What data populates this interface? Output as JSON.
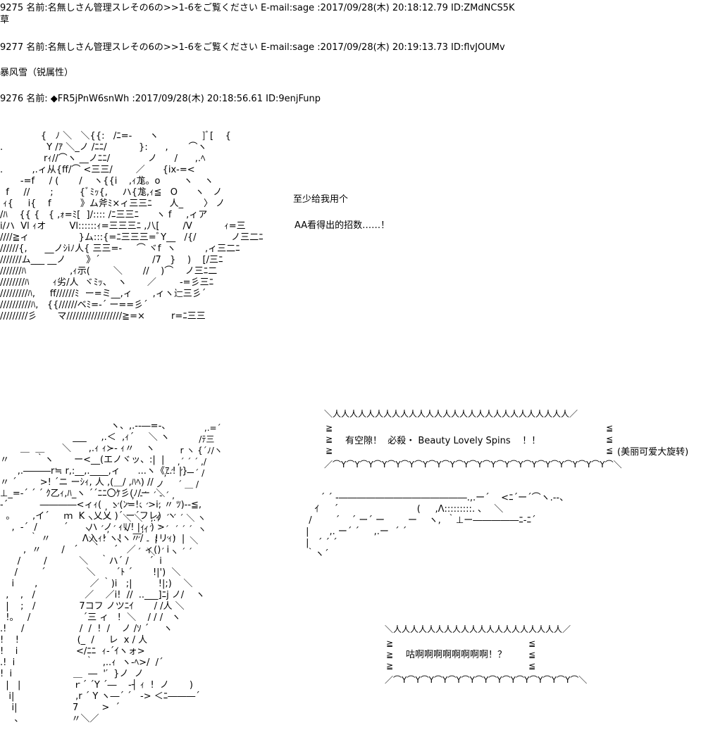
{
  "posts": [
    {
      "header": "9275 名前:名無しさん管理スレその6の>>1-6をご覧ください E-mail:sage :2017/09/28(木) 20:18:12.79 ID:ZMdNCS5K",
      "body": "草"
    },
    {
      "header": "9277 名前:名無しさん管理スレその6の>>1-6をご覧ください E-mail:sage :2017/09/28(木) 20:19:13.73 ID:flvJOUMv",
      "body": "暴风雪（锐属性）"
    },
    {
      "header": "9276 名前: ◆FR5jPnW6snWh :2017/09/28(木) 20:18:56.61 ID:9enjFunp"
    }
  ],
  "art1": {
    "lines": [
      "              {   ﾉ ＼   ＼{{:   /ﾆ=-      ヽ               ]ﾞ[    {",
      ".               Y /ｱ ＼_ノ /ﾆﾆ/           }:      ,       ⌒ヽ",
      "               rｨ//⌒ヽ __ノﾆﾆ/             ノ      /      ,.ﾍ",
      ".          ,.ィ从{ff/⌒ <三三/        ／      {ix-=<",
      "       -=f     / (       /    ヽ{{i    ,ｨ尨。o        ヽ    ヽ",
      "  f     //       ;         {ﾞﾐｯ{,     ハ{尨,ｨ≦   O      ヽ   ノ",
      " ｨ{     i{    f          》ム斧ﾐ×ィ三三ﾆ      人_       〉 ノ",
      "/ﾊ    {{ {   { ,ｫ=ﾐ[  ]/:::: /ﾆ三三ﾆ      ヽ f     ,ィア",
      "i/ハ  Vl ｨオ        Vl::::::ｨ=三三三ﾆ ,八[        /V           ｨ=三",
      "////≧ィ                 }ム:::{=ﾆ三三三=ﾞY__   /{/            ノ三二ﾆ",
      "//////{,      __ノｼiﾉ人{ 三三=-     ⌒ ヾf  ヽ          ,ィ三二ﾆ",
      "///////ム___ __ノ       》´                  /7   }    )    [/三ﾆ",
      "///////ﾊ               ,ｨ示(        ＼       //    )⌒    ノ三ﾆ二",
      "////////ﾊ        ｨ劣/人  ヾﾐｯ、  ヽ       ／        -=彡三ﾆ",
      "/////////ﾊ,     ff//////ﾐ  ー=ミ__,ィ       ,ィヽ辷三彡´",
      "//////////ﾊ,   {{//////ベﾐ=-´ ー==彡´",
      "/////////彡       マ//////////////////≧=×         r=ﾆ三三"
    ]
  },
  "side_text": {
    "line1": "至少给我用个",
    "line2": "AA看得出的招数……！"
  },
  "bubble1": {
    "top": "＼人人人人人人人人人人人人人人人人人人人人人人人人人人人人／",
    "left_marks": "≧\n≧\n≧",
    "text": "有空隙！  必殺・ Beauty Lovely Spins    ！！",
    "right_marks": "≦\n≦\n≦",
    "bottom": "／⌒Y⌒Y⌒Y⌒Y⌒Y⌒Y⌒Y⌒Y⌒Y⌒Y⌒Y⌒Y⌒Y⌒Y⌒Y⌒Y⌒Y⌒Y⌒Y⌒Y⌒＼",
    "annotation": "(美丽可爱大旋转)"
  },
  "bubble2": {
    "top": "＼人人人人人人人人人人人人人人人人人人人人／",
    "left_marks": "≧\n≧\n≧",
    "text": "咕啊啊啊啊啊啊啊啊！？",
    "right_marks": "≦\n≦\n≦",
    "bottom": "／⌒Y⌒Y⌒Y⌒Y⌒Y⌒Y⌒Y⌒Y⌒Y⌒Y⌒Y⌒Y⌒Y⌒＼"
  },
  "art2": {
    "lines": [
      "                                      ヽ、,.--―=-、",
      "                         ___     ,.＜  ,ｨ´     ＼ ヽ",
      "       ＿  ＿      ＼      ,.ｨ ｨ≻- ｨ〃    ヽ",
      "〃         ｀ヽ       ー<__(エノヾッ、:|  |",
      "      ,.―――r≒ r,:__,.____,ィ      ...ヽ《ｱ.! |}",
      "〃 ´        >! ´ニ ーｼｨ, 人 ,(＿/ ,ﾊﾍ) //",
      "⊥_=-´ ´ ´ ｸ乙ｨ,ﾊ_ヽ ´´ﾆﾆ〇ｹ彡(ﾉ/ー  ＼",
      "-´           ――――<ィｨ(   ヽ(ﾝ=!、>i, 〃 ﾂ)--≦,",
      "  。      ,イ´     ｍ  K   乂乂 )´ ー´フレ)  ヽ",
      "    ,  -´  /         ´       ハ  ノ  ｨﾘ/! |ｨ  ) >",
      "          ｀ 〃           Λ入ｨ! ヽ!ヽ〃/    !リｨ)  |",
      "        ,  〃       /   ´     ｀    ´   ／   ィ()  i",
      "      /        /           ＼    ｀ハ´ /       ´  i",
      "     /        ´              ＼       ´ﾄ ´       !|')  ＼",
      "    i       ,                  ／ ｀)i   ;|         !|;)    ＼",
      "  ,    ,   /                 ／    ／i!  //  ..___]ﾆj ノ/    ヽ",
      "  |    ;   /               7コフ ノツﾆｲ       / /人 ＼",
      "  !。   /                  ´三 ィ   !  ＼    / / /   ヽ",
      ".!     /                   /  /  !  /    ノ /ｿ ´     ヽ",
      "!    !                    (_  /     レ  x / 人",
      "!    i                    </ﾆﾆ  ｨ-´ｲヽォ>",
      ".!  i                        ｀   ,..ｨ  ヽ-ﾍ>/  /´",
      "!  i                     ＿  ―  '′  }ノ  ノ",
      "  |   |                  ｒ´ ´Y ´―    -┤ ｨ  !  ノ       )",
      "   i|                     ,r ´ Y ヽ―´ ´   -> ＜ﾆ―――´",
      "    i|                   7        >  ´",
      "     ､                  〃＼／"
    ]
  },
  "art3": {
    "lines": [
      "                                                                            ,.=´",
      "                                                                          /ﾃ三",
      "                                                                   r ヽ {´ﾉ/ヽ",
      "                                                                  ,´ ´ ´ ,/",
      "                                                             ,-´  ´ ー´ /",
      "                                                          ノ     ´ ＿ /",
      "                                                 ,  -´  ´ - ´ ,",
      "                                       ,  -´  ´   ´ ´   ´",
      "                                ヽ    ´     ＼ ＼   ,.ｲ  ´ ´ ´ ＼ ヽ",
      "                               ヽ   ´ , ´  ヽ __,ｲ´  ´ ´  ´ ´ ´  ヽ",
      "                                 ＼  ´   ヽ     ´  -  i   ´ ´     ＼",
      "                                                   ´  ＼  ´  ヽ ´ ´"
    ]
  },
  "art4": {
    "lines": [
      "      ´ ´ ‐――――――――――――――.,.ー´    <ﾆ´ー´⌒ヽ.‐-、",
      "    ｲ     ´                           (     ,Λ:::::::::. ､    ＼",
      "  /        ´    ´ ー´ ー        ー    ヽ,  ｀⊥ー―――――ﾆ-ﾆ´",
      " |       ,. ー´ ´     ,.ー  ´ ´",
      " |   ´ ´ ´",
      " ｀ヽ´"
    ]
  }
}
